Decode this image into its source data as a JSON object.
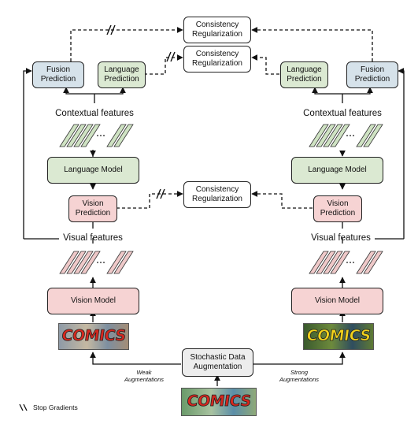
{
  "diagram": {
    "consistency_regularization": "Consistency\nRegularization",
    "fusion_prediction": "Fusion\nPrediction",
    "language_prediction": "Language\nPrediction",
    "vision_prediction": "Vision\nPrediction",
    "language_model": "Language Model",
    "vision_model": "Vision Model",
    "contextual_features": "Contextual features",
    "visual_features": "Visual features",
    "stochastic_augmentation": "Stochastic Data\nAugmentation",
    "weak_augmentations": "Weak\nAugmentations",
    "strong_augmentations": "Strong\nAugmentations",
    "stop_gradients": "Stop Gradients",
    "image_text": "COMICS",
    "colors": {
      "green": "#dbe9d2",
      "pink": "#f6d3d3",
      "blue": "#d6e2ea",
      "gray": "#ededed",
      "feature_green": "#cfe3c3",
      "feature_pink": "#efc9c9",
      "comics_red": "#d6281f",
      "comics_yellow": "#f2d21b"
    }
  }
}
